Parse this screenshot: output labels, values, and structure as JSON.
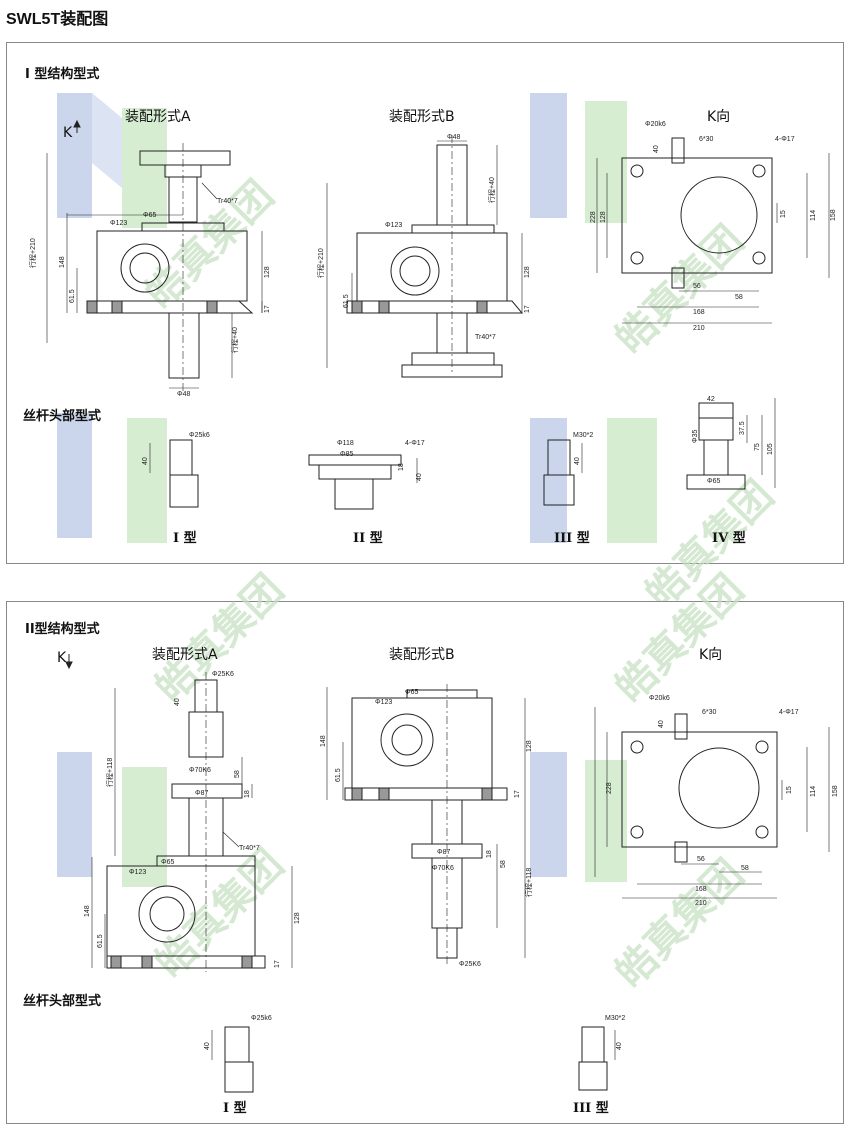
{
  "page_title": "SWL5T装配图",
  "panel1": {
    "section_title": "I 型结构型式",
    "assembly_a": "装配形式A",
    "assembly_b": "装配形式B",
    "k_view": "K向",
    "k_arrow": "K",
    "screw_heading": "丝杆头部型式",
    "types": [
      "I 型",
      "II 型",
      "III 型",
      "IV 型"
    ],
    "dims_a": {
      "stroke": "行程+210",
      "h148": "148",
      "h615": "61.5",
      "h128": "128",
      "h17": "17",
      "d123": "Φ123",
      "d65": "Φ65",
      "tr": "Tr40*7",
      "stroke40": "行程+40",
      "d48": "Φ48"
    },
    "dims_b": {
      "d48": "Φ48",
      "stroke40": "行程+40",
      "d123": "Φ123",
      "stroke": "行程+210",
      "h615": "61.5",
      "h128": "128",
      "h17": "17",
      "tr": "Tr40*7"
    },
    "dims_k": {
      "d20k6": "Φ20k6",
      "key": "6*30",
      "holes": "4-Φ17",
      "h40": "40",
      "h228": "228",
      "h128": "128",
      "h15": "15",
      "h114": "114",
      "h158": "158",
      "w56": "56",
      "w58": "58",
      "w168": "168",
      "w210": "210"
    },
    "dims_types": {
      "d25k6": "Φ25k6",
      "h40": "40",
      "d118": "Φ118",
      "d85": "Φ85",
      "holes": "4-Φ17",
      "h18": "18",
      "h40b": "40",
      "m30": "M30*2",
      "h40c": "40",
      "w42": "42",
      "d35": "Φ35",
      "h375": "37.5",
      "h75": "75",
      "h105": "105",
      "d65": "Φ65"
    }
  },
  "panel2": {
    "section_title": "II型结构型式",
    "assembly_a": "装配形式A",
    "assembly_b": "装配形式B",
    "k_view": "K向",
    "k_arrow": "K",
    "screw_heading": "丝杆头部型式",
    "types": [
      "I 型",
      "III 型"
    ],
    "dims_a": {
      "d25": "Φ25K6",
      "h40": "40",
      "stroke": "行程+118",
      "d70": "Φ70K6",
      "h58": "58",
      "d87": "Φ87",
      "h18": "18",
      "tr": "Tr40*7",
      "d65": "Φ65",
      "d123": "Φ123",
      "h148": "148",
      "h615": "61.5",
      "h128": "128",
      "h17": "17"
    },
    "dims_b": {
      "d65": "Φ65",
      "d123": "Φ123",
      "h148": "148",
      "h615": "61.5",
      "h128": "128",
      "h17": "17",
      "d87": "Φ87",
      "h18": "18",
      "d70": "Φ70K6",
      "h58": "58",
      "stroke": "行程+118",
      "d25": "Φ25K6"
    },
    "dims_k": {
      "d20k6": "Φ20k6",
      "key": "6*30",
      "holes": "4-Φ17",
      "h40": "40",
      "h228": "228",
      "h15": "15",
      "h114": "114",
      "h158": "158",
      "w56": "56",
      "w58": "58",
      "w168": "168",
      "w210": "210"
    },
    "dims_types": {
      "d25k6": "Φ25k6",
      "h40": "40",
      "m30": "M30*2",
      "h40c": "40"
    }
  },
  "watermark": "皓真集团",
  "colors": {
    "watermark_blue": "#b9c8e6",
    "watermark_green": "#c4e6bd",
    "line": "#222222",
    "dim": "#333333"
  }
}
